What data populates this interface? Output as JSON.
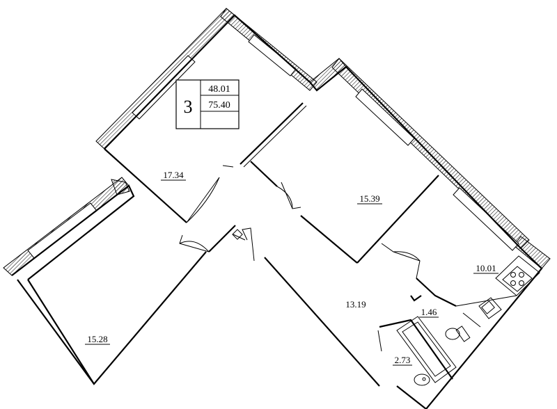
{
  "summary": {
    "rooms_count": "3",
    "living_area": "48.01",
    "total_area": "75.40"
  },
  "rooms": [
    {
      "id": "bedroom-left",
      "area": "15.28"
    },
    {
      "id": "bedroom-top",
      "area": "17.34"
    },
    {
      "id": "living-room",
      "area": "15.39"
    },
    {
      "id": "kitchen",
      "area": "10.01"
    },
    {
      "id": "hallway",
      "area": "13.19"
    },
    {
      "id": "wc",
      "area": "1.46"
    },
    {
      "id": "bathroom",
      "area": "2.73"
    }
  ]
}
